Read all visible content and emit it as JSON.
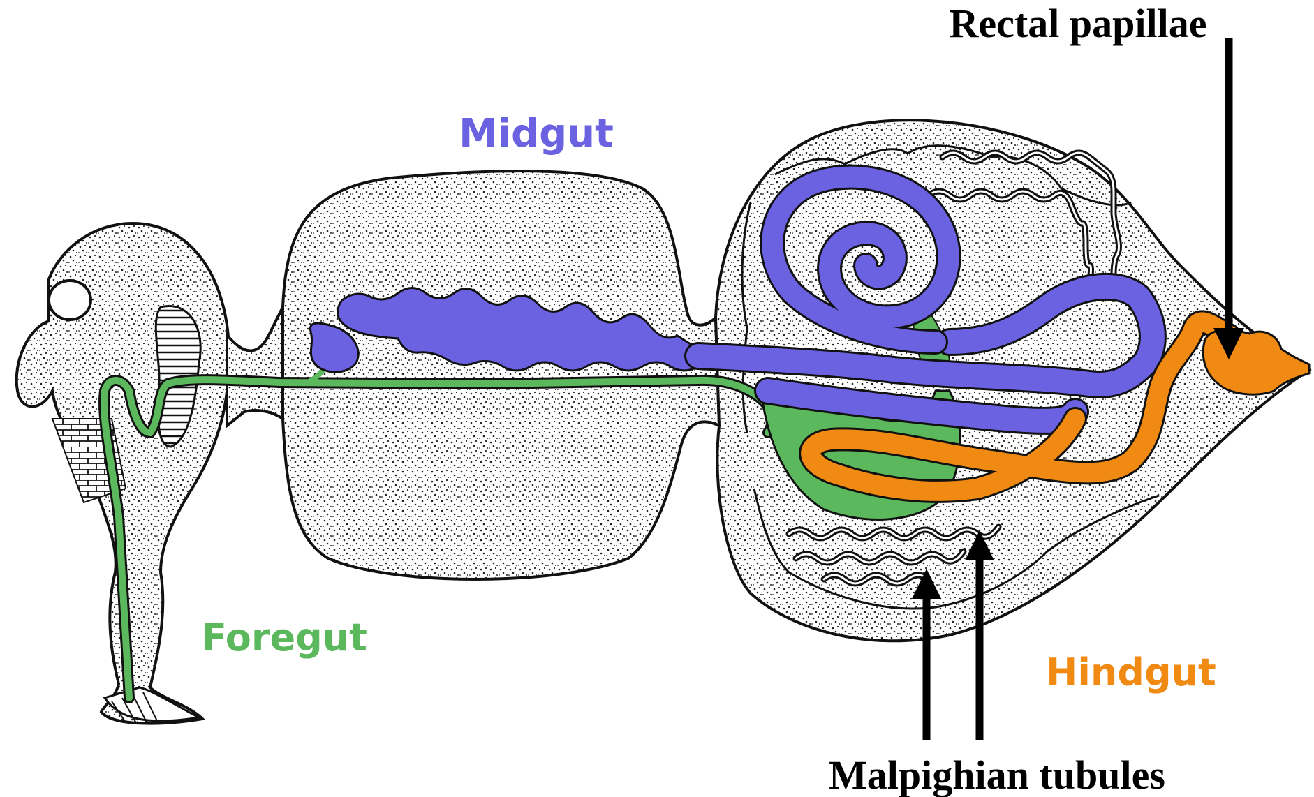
{
  "labels": {
    "midgut": "Midgut",
    "foregut": "Foregut",
    "hindgut": "Hindgut",
    "rectal_papillae": "Rectal papillae",
    "malpighian_tubules": "Malpighian tubules"
  },
  "colors": {
    "midgut": "#6a62e0",
    "foregut": "#5cb85c",
    "hindgut": "#f08a12",
    "outline": "#111111",
    "arrow": "#000000"
  }
}
